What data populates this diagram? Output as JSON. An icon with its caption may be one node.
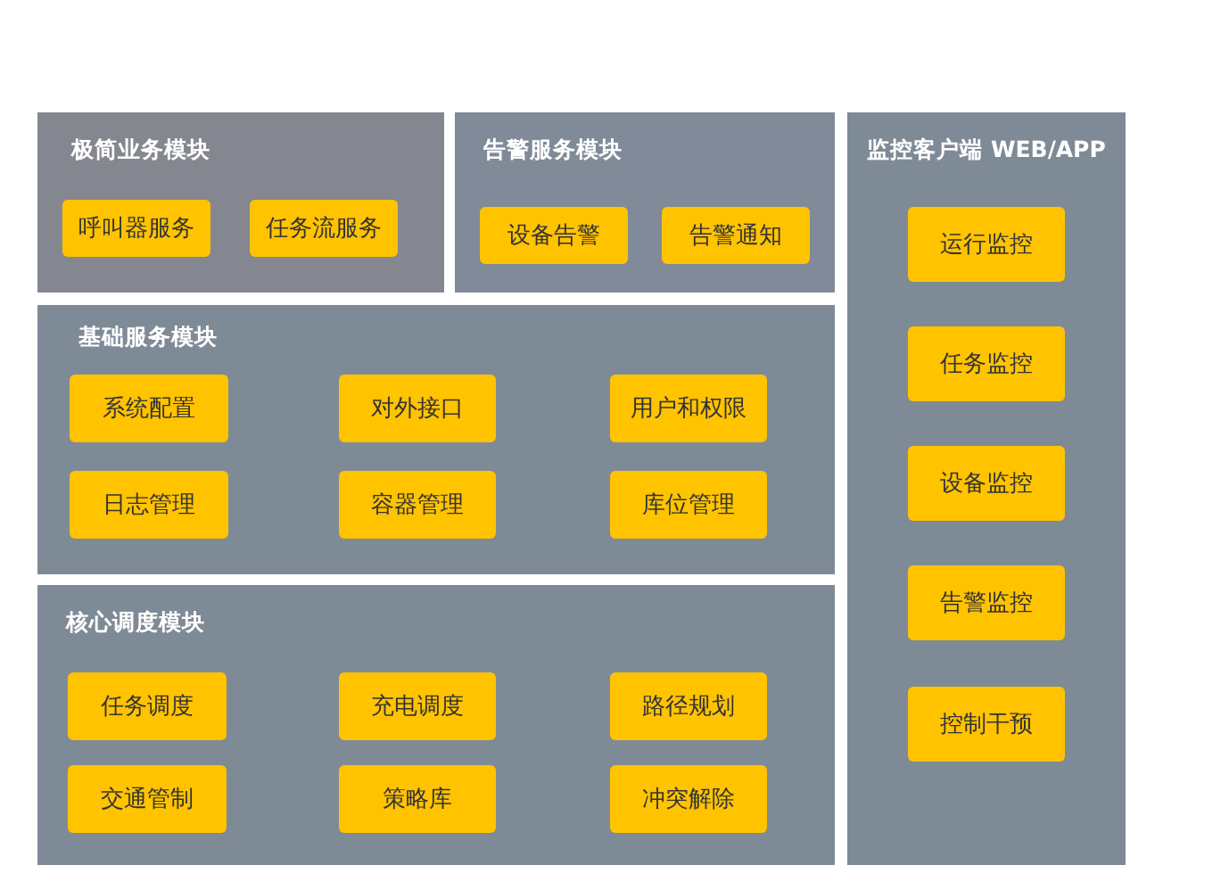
{
  "diagram": {
    "nodes": [
      {
        "text": [
          "极简业务模块"
        ]
      },
      {
        "text": [
          "呼叫器服务"
        ],
        "in": 0
      },
      {
        "text": [
          "任务流服务"
        ],
        "in": 0
      },
      {
        "text": [
          "告警服务模块"
        ]
      },
      {
        "text": [
          "设备告警"
        ],
        "in": 3
      },
      {
        "text": [
          "告警通知"
        ],
        "in": 3
      },
      {
        "text": [
          "监控客户端 WEB/APP"
        ]
      },
      {
        "text": [
          "运行监控"
        ],
        "in": 6
      },
      {
        "text": [
          "任务监控"
        ],
        "in": 6
      },
      {
        "text": [
          "设备监控"
        ],
        "in": 6
      },
      {
        "text": [
          "告警监控"
        ],
        "in": 6
      },
      {
        "text": [
          "控制干预"
        ],
        "in": 6
      },
      {
        "text": [
          "基础服务模块"
        ]
      },
      {
        "text": [
          "系统配置"
        ],
        "in": 12
      },
      {
        "text": [
          "对外接口"
        ],
        "in": 12
      },
      {
        "text": [
          "用户和权限"
        ],
        "in": 12
      },
      {
        "text": [
          "日志管理"
        ],
        "in": 12
      },
      {
        "text": [
          "容器管理"
        ],
        "in": 12
      },
      {
        "text": [
          "库位管理"
        ],
        "in": 12
      },
      {
        "text": [
          "核心调度模块"
        ]
      },
      {
        "text": [
          "任务调度"
        ],
        "in": 19
      },
      {
        "text": [
          "充电调度"
        ],
        "in": 19
      },
      {
        "text": [
          "路径规划"
        ],
        "in": 19
      },
      {
        "text": [
          "交通管制"
        ],
        "in": 19
      },
      {
        "text": [
          "策略库"
        ],
        "in": 19
      },
      {
        "text": [
          "冲突解除"
        ],
        "in": 19
      }
    ]
  }
}
